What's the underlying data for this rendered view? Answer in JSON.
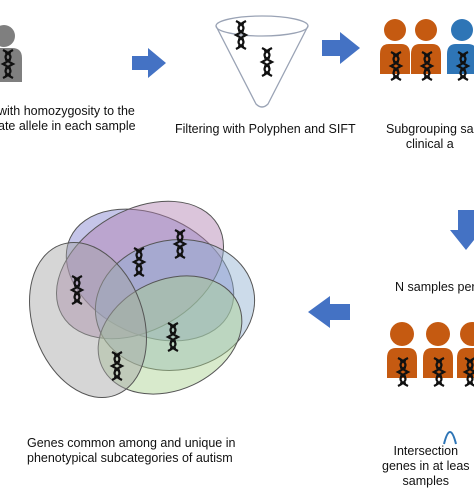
{
  "captions": {
    "step1": {
      "line1": "with homozygosity to the",
      "line2": "ate allele in each sample"
    },
    "step2": {
      "line1": "Filtering with Polyphen and SIFT"
    },
    "step3": {
      "line1": "Subgrouping sa",
      "line2": "clinical a"
    },
    "step4": {
      "line1": "N samples per"
    },
    "step5": {
      "line1": "Intersection",
      "line2": "genes in at leas",
      "line3": "samples"
    },
    "step6": {
      "line1": "Genes common among and unique in",
      "line2": "phenotypical subcategories of autism"
    }
  },
  "colors": {
    "arrow": "#4472c4",
    "person_orange": "#c55a11",
    "person_blue": "#2e75b6",
    "person_gray": "#7f7f7f",
    "venn": [
      "#7f7fcf",
      "#b07fb0",
      "#8fb0d0",
      "#a9d18e",
      "#a5a5a5"
    ]
  },
  "icons": [
    "dna-icon",
    "funnel-icon",
    "person-icon",
    "arrow-icon",
    "venn-diagram"
  ]
}
